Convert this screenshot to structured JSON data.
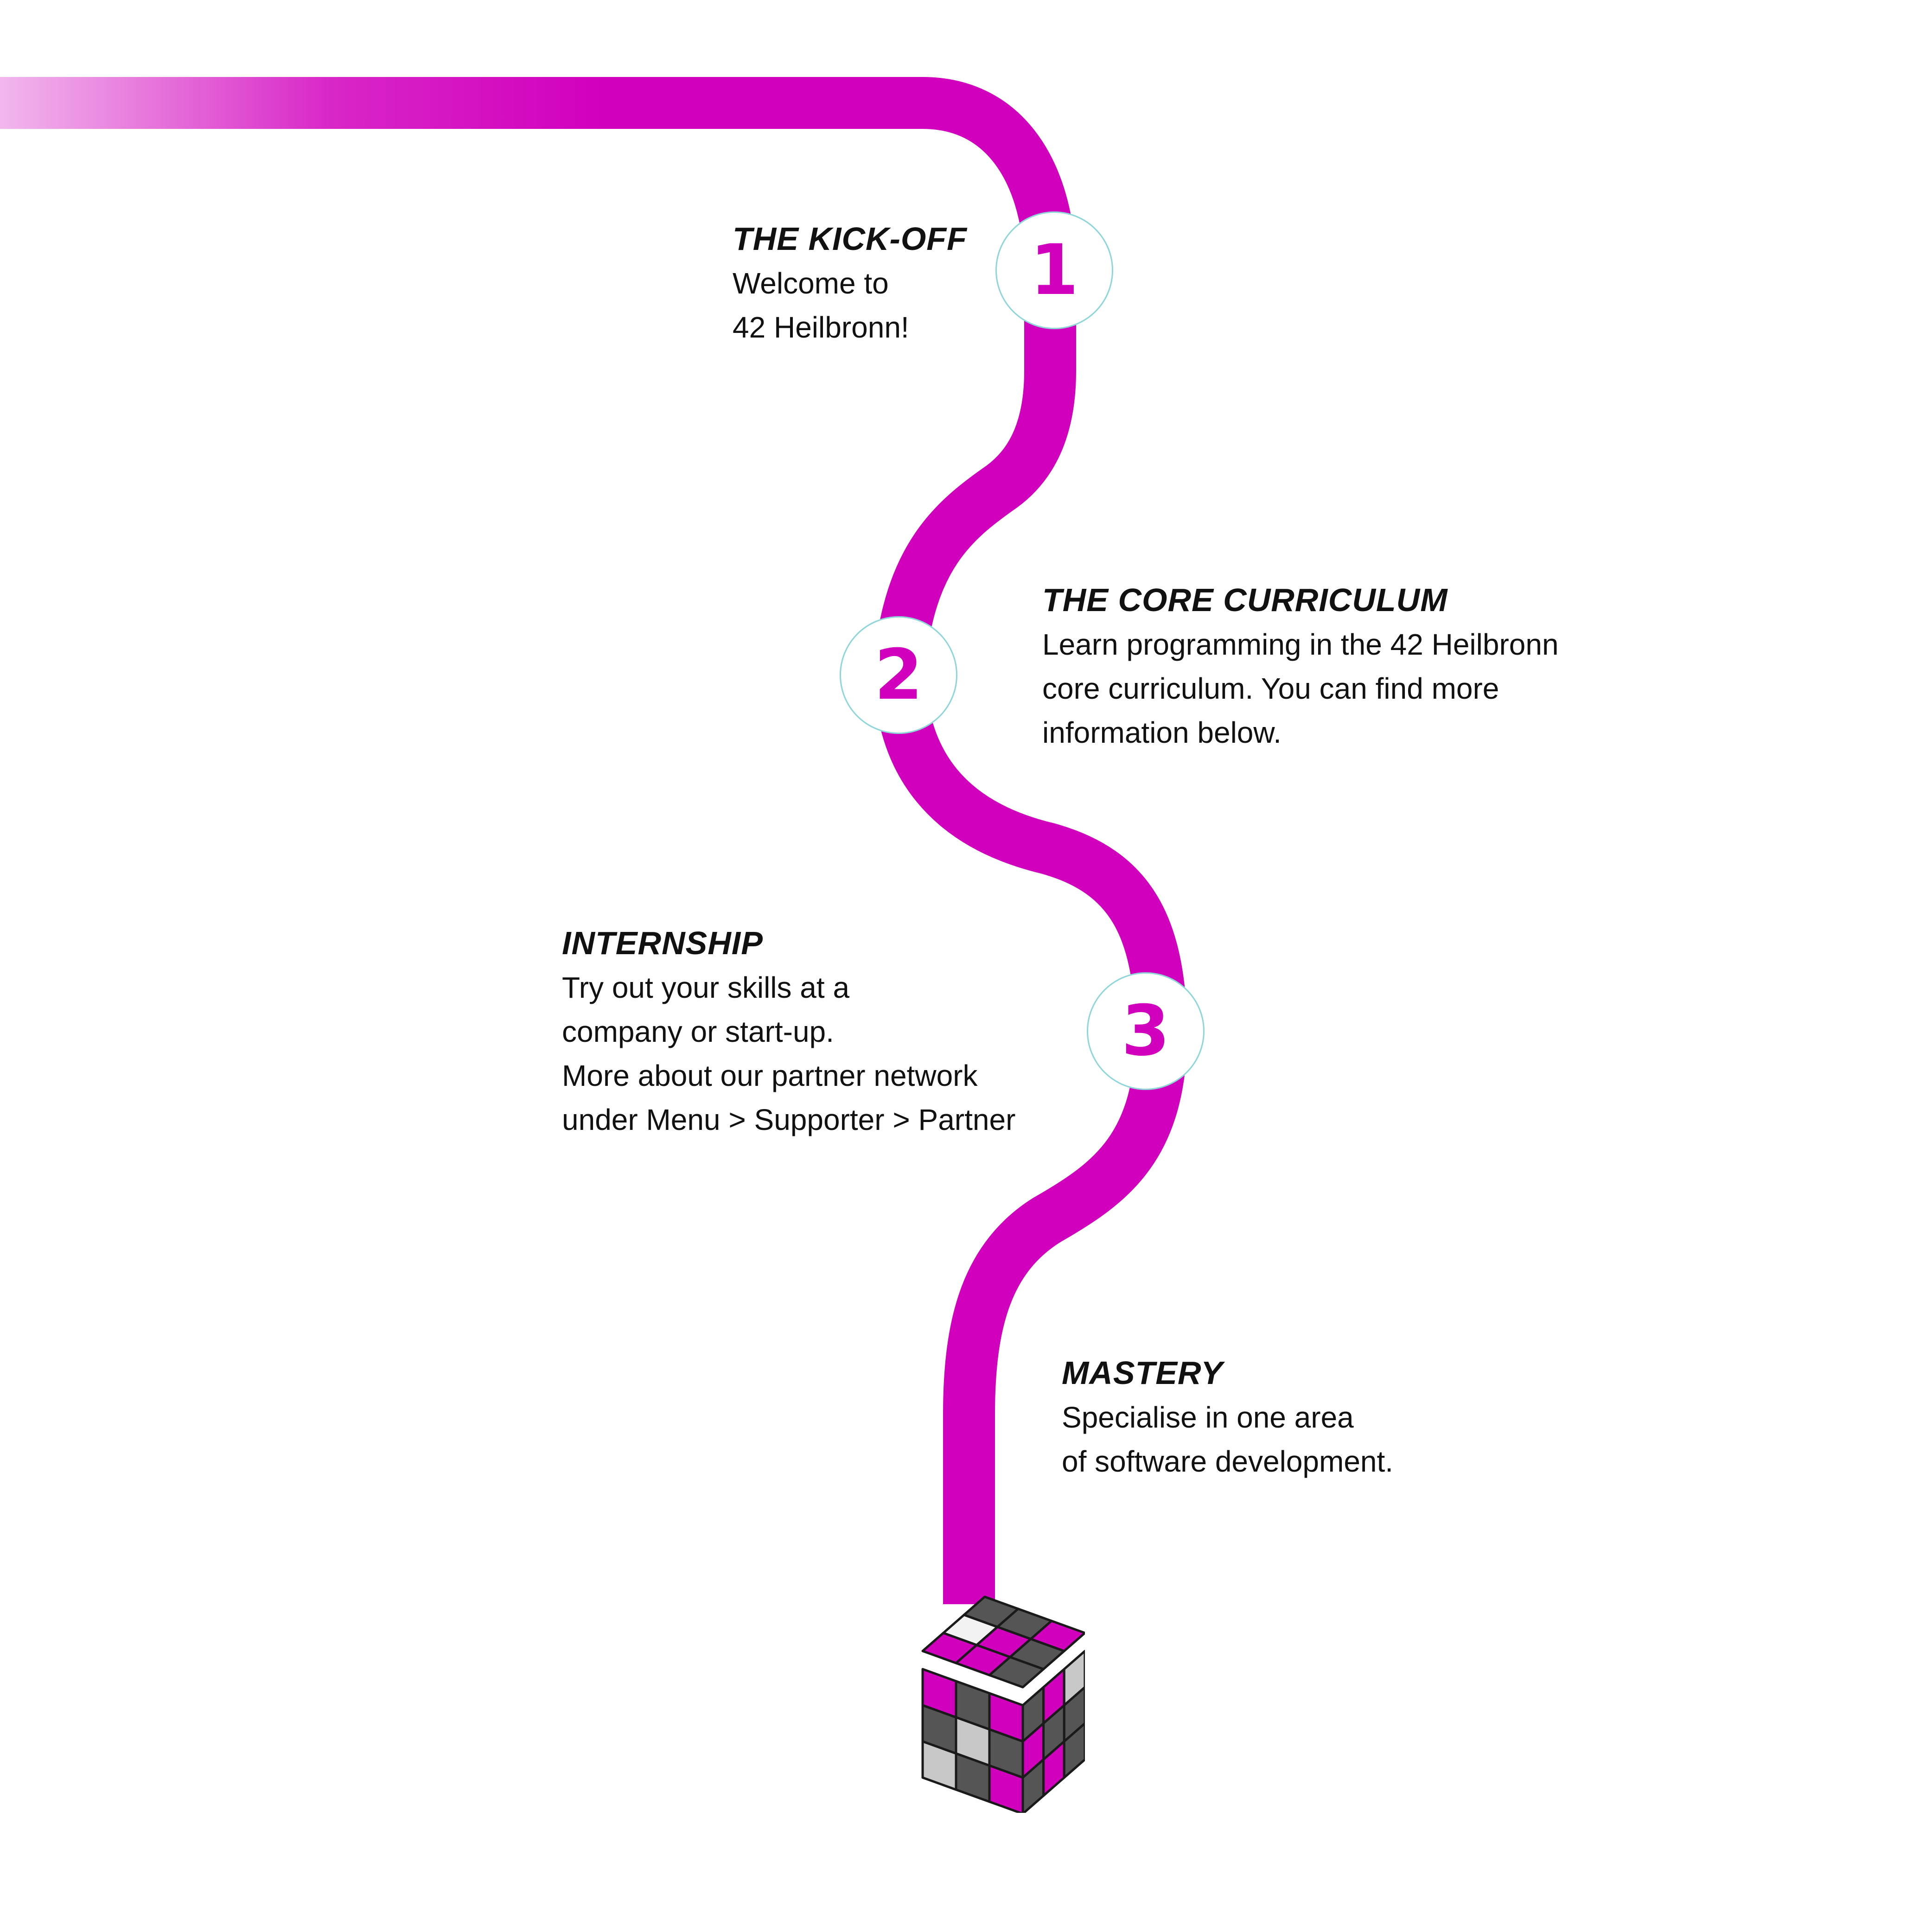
{
  "colors": {
    "road": "#d100bd",
    "circle_border": "#8fd6d8",
    "cube_magenta": "#d100bd",
    "cube_dark": "#555555",
    "cube_light": "#c8c8c8"
  },
  "steps": [
    {
      "number": "1",
      "title": "THE KICK-OFF",
      "lines": [
        "Welcome to",
        "42 Heilbronn!"
      ]
    },
    {
      "number": "2",
      "title": "THE CORE CURRICULUM",
      "lines": [
        "Learn programming in the 42 Heilbronn",
        "core curriculum. You can find more",
        "information below."
      ]
    },
    {
      "number": "3",
      "title": "INTERNSHIP",
      "lines": [
        "Try out your skills at a",
        "company or  start-up.",
        "More about our partner network",
        "under Menu > Supporter > Partner"
      ]
    },
    {
      "number": "",
      "title": "MASTERY",
      "lines": [
        "Specialise in one area",
        "of software development."
      ]
    }
  ],
  "end_icon": "rubiks-cube-icon"
}
